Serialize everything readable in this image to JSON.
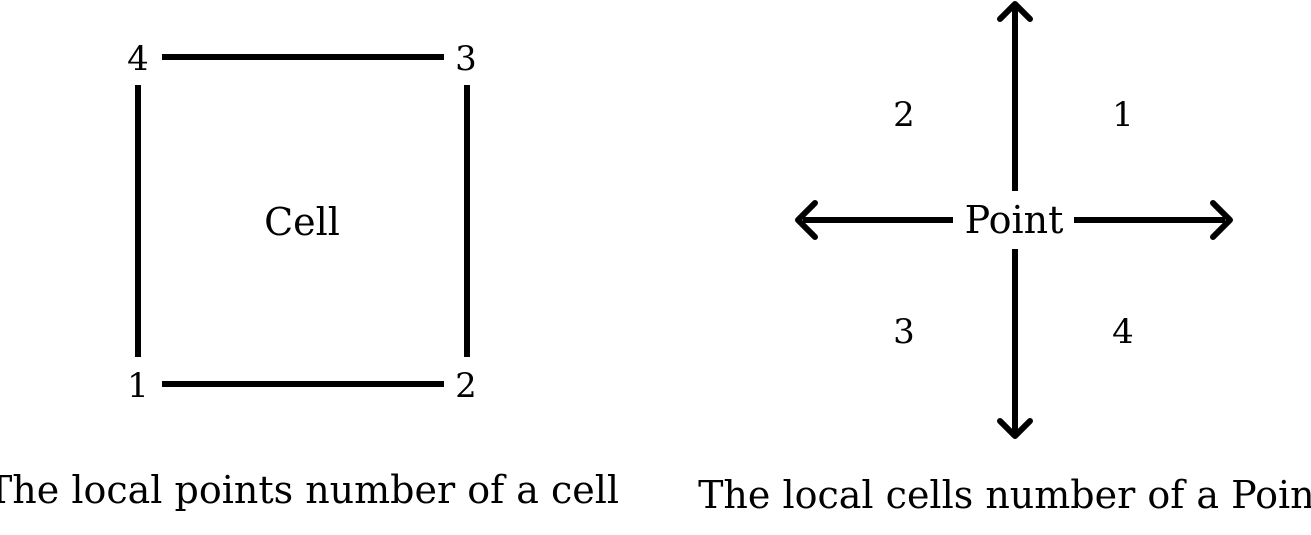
{
  "cell_diagram": {
    "center_label": "Cell",
    "corner_labels": {
      "top_left": "4",
      "top_right": "3",
      "bottom_right": "2",
      "bottom_left": "1"
    },
    "caption": "The local points number of a cell"
  },
  "point_diagram": {
    "center_label": "Point",
    "quadrant_labels": {
      "top_right": "1",
      "top_left": "2",
      "bottom_left": "3",
      "bottom_right": "4"
    },
    "caption": "The local cells number of a Point"
  },
  "colors": {
    "line": "#000000",
    "text": "#000000",
    "background": "#ffffff"
  }
}
